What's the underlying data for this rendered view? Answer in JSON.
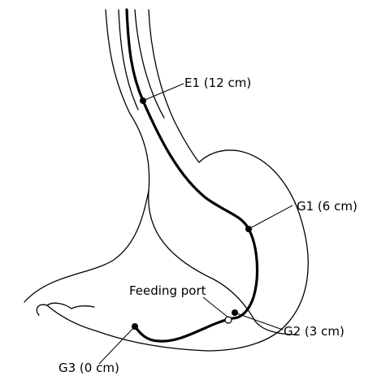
{
  "labels": {
    "e1": "E1 (12 cm)",
    "g1": "G1 (6 cm)",
    "feeding_port": "Feeding port",
    "g2": "G2 (3 cm)",
    "g3": "G3 (0 cm)"
  },
  "colors": {
    "line": "#000000",
    "background": "#ffffff",
    "open_marker_fill": "#ffffff"
  }
}
